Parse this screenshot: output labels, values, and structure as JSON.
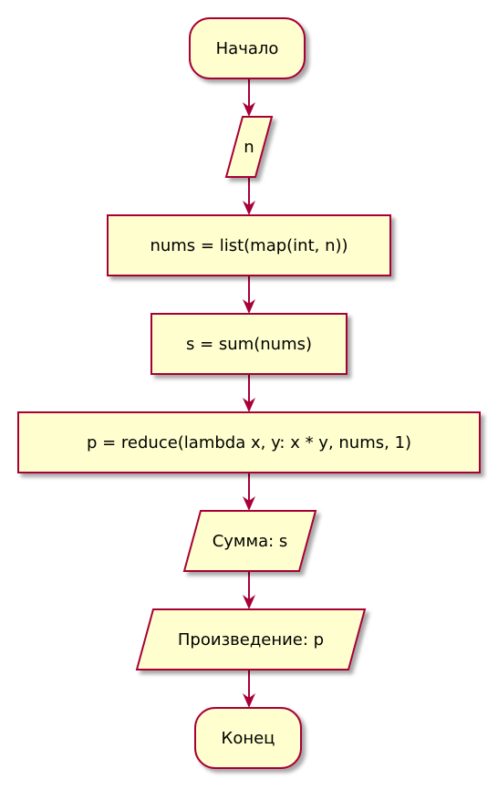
{
  "diagram": {
    "type": "flowchart",
    "colors": {
      "node_fill": "#FEFECE",
      "node_stroke": "#A80036",
      "edge": "#A80036",
      "shadow": "#C9C9C9",
      "text": "#000000"
    },
    "nodes": [
      {
        "id": "start",
        "shape": "terminal",
        "label": "Начало"
      },
      {
        "id": "input-n",
        "shape": "io",
        "label": "n"
      },
      {
        "id": "nums",
        "shape": "process",
        "label": "nums = list(map(int, n))"
      },
      {
        "id": "sum",
        "shape": "process",
        "label": "s = sum(nums)"
      },
      {
        "id": "product",
        "shape": "process",
        "label": "p = reduce(lambda x, y: x * y, nums, 1)"
      },
      {
        "id": "output-sum",
        "shape": "io",
        "label": "Сумма: s"
      },
      {
        "id": "output-product",
        "shape": "io",
        "label": "Произведение: p"
      },
      {
        "id": "end",
        "shape": "terminal",
        "label": "Конец"
      }
    ],
    "edges": [
      {
        "from": "start",
        "to": "input-n"
      },
      {
        "from": "input-n",
        "to": "nums"
      },
      {
        "from": "nums",
        "to": "sum"
      },
      {
        "from": "sum",
        "to": "product"
      },
      {
        "from": "product",
        "to": "output-sum"
      },
      {
        "from": "output-sum",
        "to": "output-product"
      },
      {
        "from": "output-product",
        "to": "end"
      }
    ]
  }
}
